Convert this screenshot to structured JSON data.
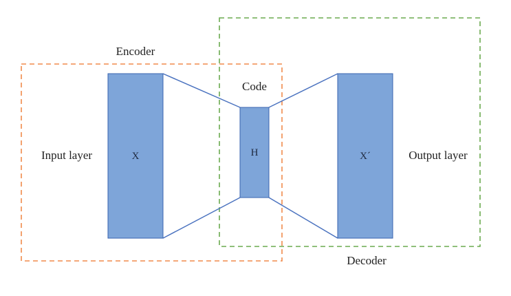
{
  "labels": {
    "encoder": "Encoder",
    "decoder": "Decoder",
    "code": "Code",
    "input_layer": "Input layer",
    "output_layer": "Output layer",
    "x": "X",
    "h": "H",
    "x_prime": "X´"
  },
  "colors": {
    "block_fill": "#7ea5d9",
    "block_stroke": "#3a64b0",
    "connector": "#4a72bf",
    "encoder_border": "#f08a4b",
    "decoder_border": "#6aaa4f"
  }
}
